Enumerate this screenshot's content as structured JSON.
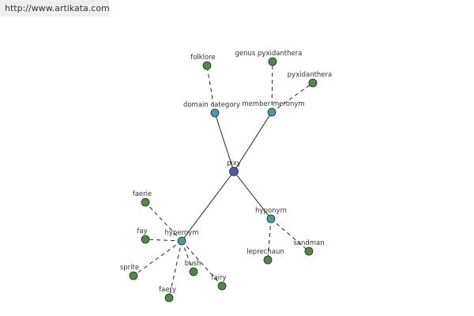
{
  "source_link": "http://www.artikata.com",
  "colors": {
    "center": "#4a5aa8",
    "relation": "#4a9aa0",
    "leaf": "#4f8a45"
  },
  "graph": {
    "nodes": [
      {
        "id": "pixy",
        "label": "pixy",
        "kind": "center"
      },
      {
        "id": "domain-category",
        "label": "domain category",
        "kind": "relation"
      },
      {
        "id": "member-meronym",
        "label": "member meronym",
        "kind": "relation"
      },
      {
        "id": "hyponym",
        "label": "hyponym",
        "kind": "relation"
      },
      {
        "id": "hypernym",
        "label": "hypernym",
        "kind": "relation"
      },
      {
        "id": "folklore",
        "label": "folklore",
        "kind": "leaf"
      },
      {
        "id": "genus-pyxidanthera",
        "label": "genus pyxidanthera",
        "kind": "leaf"
      },
      {
        "id": "pyxidanthera",
        "label": "pyxidanthera",
        "kind": "leaf"
      },
      {
        "id": "leprechaun",
        "label": "leprechaun",
        "kind": "leaf"
      },
      {
        "id": "sandman",
        "label": "sandman",
        "kind": "leaf"
      },
      {
        "id": "faerie",
        "label": "faerie",
        "kind": "leaf"
      },
      {
        "id": "fay",
        "label": "fay",
        "kind": "leaf"
      },
      {
        "id": "sprite",
        "label": "sprite",
        "kind": "leaf"
      },
      {
        "id": "faery",
        "label": "faery",
        "kind": "leaf"
      },
      {
        "id": "bush",
        "label": "bush",
        "kind": "leaf"
      },
      {
        "id": "fairy",
        "label": "fairy",
        "kind": "leaf"
      }
    ],
    "edges": [
      {
        "from": "pixy",
        "to": "domain-category",
        "style": "solid"
      },
      {
        "from": "pixy",
        "to": "member-meronym",
        "style": "solid"
      },
      {
        "from": "pixy",
        "to": "hyponym",
        "style": "solid"
      },
      {
        "from": "pixy",
        "to": "hypernym",
        "style": "solid"
      },
      {
        "from": "domain-category",
        "to": "folklore",
        "style": "dashed"
      },
      {
        "from": "member-meronym",
        "to": "genus-pyxidanthera",
        "style": "dashed"
      },
      {
        "from": "member-meronym",
        "to": "pyxidanthera",
        "style": "dashed"
      },
      {
        "from": "hyponym",
        "to": "leprechaun",
        "style": "dashed"
      },
      {
        "from": "hyponym",
        "to": "sandman",
        "style": "dashed"
      },
      {
        "from": "hypernym",
        "to": "faerie",
        "style": "dashed"
      },
      {
        "from": "hypernym",
        "to": "fay",
        "style": "dashed"
      },
      {
        "from": "hypernym",
        "to": "sprite",
        "style": "dashed"
      },
      {
        "from": "hypernym",
        "to": "faery",
        "style": "dashed"
      },
      {
        "from": "hypernym",
        "to": "bush",
        "style": "dashed"
      },
      {
        "from": "hypernym",
        "to": "fairy",
        "style": "dashed"
      }
    ]
  }
}
